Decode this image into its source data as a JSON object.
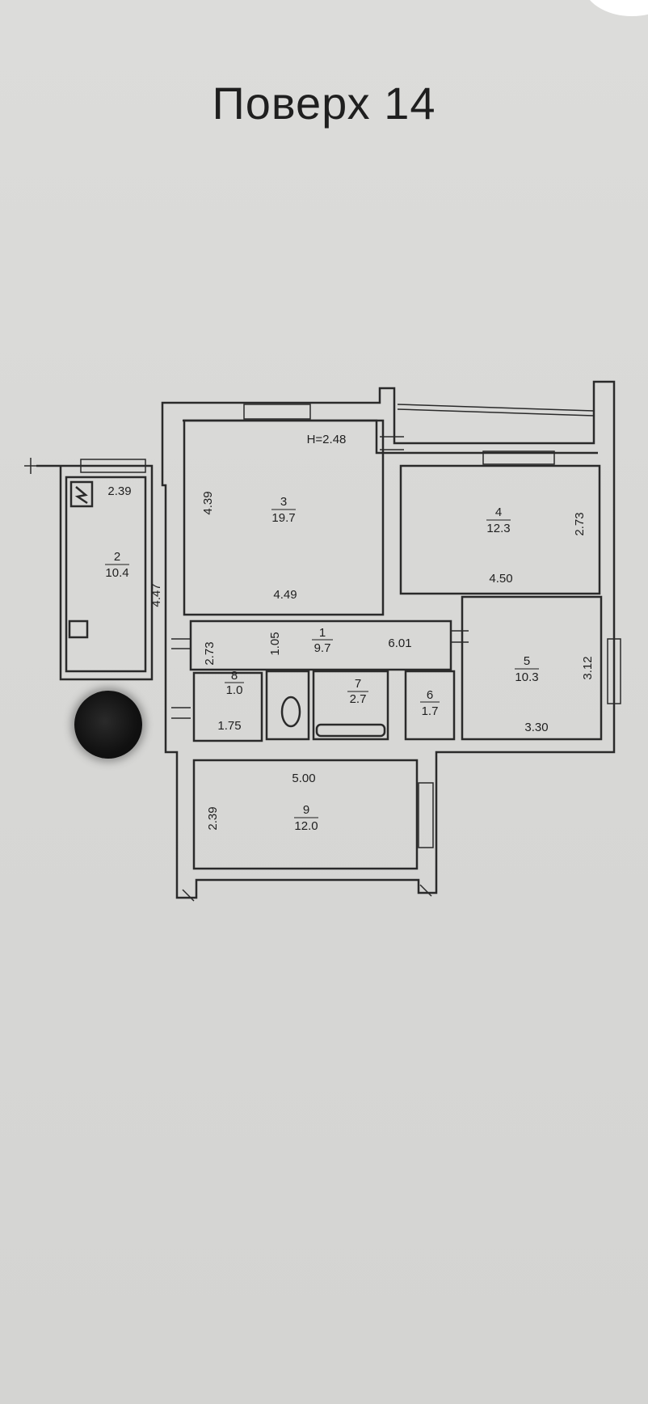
{
  "title": "Поверх 14",
  "ceiling_height": "H=2.48",
  "rooms": [
    {
      "number": "1",
      "area": "9.7"
    },
    {
      "number": "2",
      "area": "10.4"
    },
    {
      "number": "3",
      "area": "19.7"
    },
    {
      "number": "4",
      "area": "12.3"
    },
    {
      "number": "5",
      "area": "10.3"
    },
    {
      "number": "6",
      "area": "1.7"
    },
    {
      "number": "7",
      "area": "2.7"
    },
    {
      "number": "8",
      "area": "1.0"
    },
    {
      "number": "9",
      "area": "12.0"
    }
  ],
  "dimensions": {
    "room2_width": "2.39",
    "room2_length": "4.47",
    "room3_length": "4.39",
    "room3_width": "4.49",
    "room4_width": "4.50",
    "room4_length": "2.73",
    "corridor_length": "6.01",
    "corridor_width": "1.05",
    "hall_length": "2.73",
    "hall_width": "1.75",
    "room5_length": "3.12",
    "room5_width": "3.30",
    "room9_width": "5.00",
    "room9_length": "2.39"
  },
  "colors": {
    "ink": "#1f1f1f",
    "paper": "#d9d9d7"
  }
}
